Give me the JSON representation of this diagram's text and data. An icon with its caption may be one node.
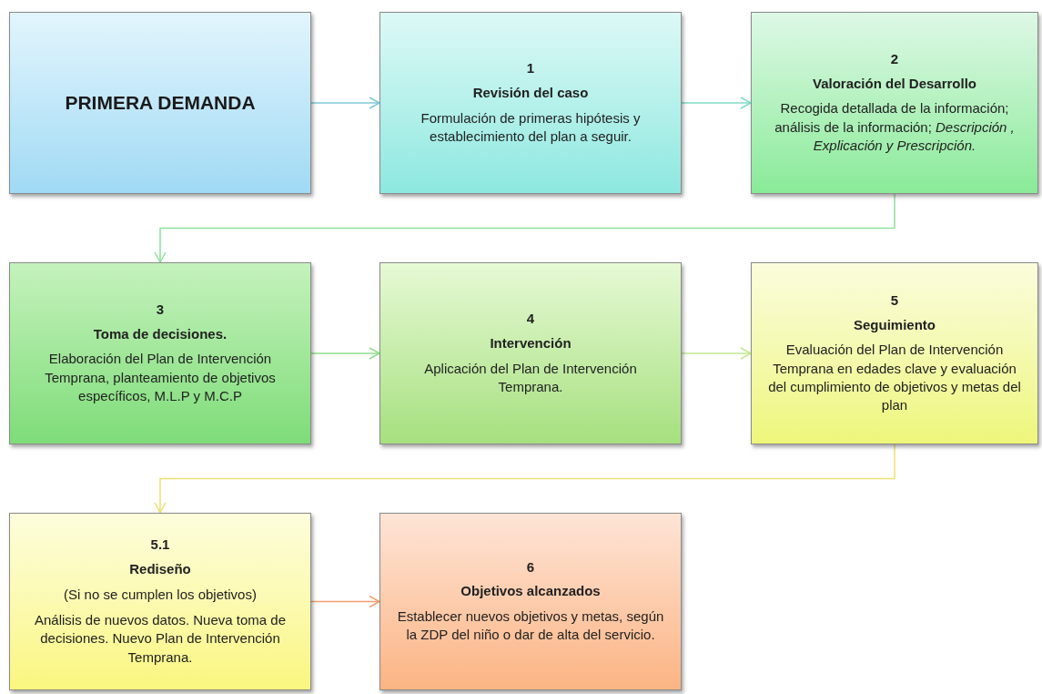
{
  "diagram": {
    "nodes": [
      {
        "text": [
          "PRIMERA DEMANDA"
        ]
      },
      {
        "text": [
          "1",
          "Revisión del caso",
          "Formulación de primeras hipótesis y establecimiento del plan a seguir."
        ]
      },
      {
        "text": [
          "2",
          "Valoración del Desarrollo",
          "Recogida detallada de la información; análisis de la información; *Descripción , Explicación y Prescripción.*"
        ]
      },
      {
        "text": [
          "3",
          "Toma de decisiones.",
          "Elaboración del Plan de Intervención Temprana, planteamiento de objetivos específicos, M.L.P y M.C.P"
        ]
      },
      {
        "text": [
          "4",
          "Intervención",
          "Aplicación del Plan de Intervención Temprana."
        ]
      },
      {
        "text": [
          "5",
          "Seguimiento",
          "Evaluación del Plan de Intervención Temprana en edades clave y evaluación del cumplimiento de objetivos y metas del plan"
        ]
      },
      {
        "text": [
          "5.1",
          "Rediseño",
          "(Si no se cumplen los objetivos)",
          "Análisis de nuevos datos. Nueva toma de decisiones. Nuevo Plan de Intervención Temprana."
        ]
      },
      {
        "text": [
          "6",
          "Objetivos alcanzados",
          "Establecer nuevos objetivos y metas, según la ZDP del niño o dar de alta del servicio."
        ]
      }
    ],
    "edges": [
      {
        "from": 0,
        "to": 1,
        "arrow": "to",
        "color": "#7ec8d8"
      },
      {
        "from": 1,
        "to": 2,
        "arrow": "to",
        "color": "#7edcc8"
      },
      {
        "from": 2,
        "to": 3,
        "arrow": "to",
        "color": "#8ee0a0"
      },
      {
        "from": 3,
        "to": 4,
        "arrow": "to",
        "color": "#8ee08a"
      },
      {
        "from": 4,
        "to": 5,
        "arrow": "to",
        "color": "#c2e890"
      },
      {
        "from": 5,
        "to": 6,
        "arrow": "to",
        "color": "#ece070"
      },
      {
        "from": 6,
        "to": 7,
        "arrow": "to",
        "color": "#f0a070"
      }
    ]
  }
}
